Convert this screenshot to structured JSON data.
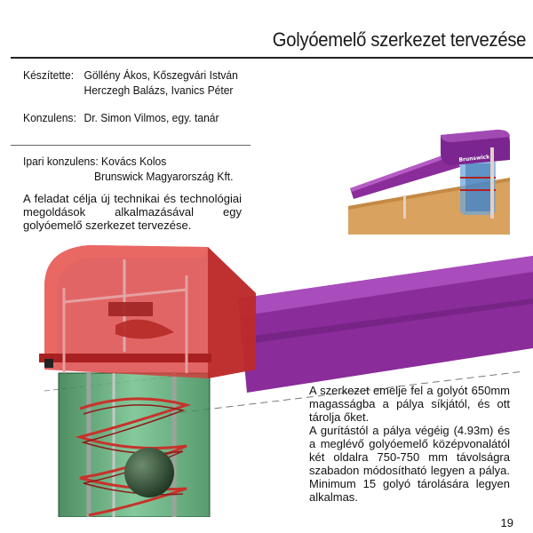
{
  "header": {
    "title": "Golyóemelő szerkezet tervezése"
  },
  "credits": {
    "authors_label": "Készítette:",
    "authors_line1": "Göllény Ákos, Kőszegvári István",
    "authors_line2": "Herczegh Balázs, Ivanics Péter",
    "consultant_label": "Konzulens:",
    "consultant": "Dr. Simon Vilmos, egy. tanár",
    "industry_label": "Ipari konzulens:",
    "industry_name": "Kovács Kolos",
    "industry_company": "Brunswick Magyarország Kft."
  },
  "body": {
    "goal": "A feladat célja új technikai és technológiai megoldások alkalmazásával egy golyóemelő szerkezet tervezése.",
    "spec1": "A szerkezet emelje fel a golyót 650mm magasságba a pálya síkjától, és ott tárolja őket.",
    "spec2": "A gurítástól a pálya végéig (4.93m) és a meglévő golyóemelő középvonalától két oldalra 750-750 mm távolságra szabadon módosítható legyen a pálya. Minimum 15 golyó tárolására legyen alkalmas."
  },
  "thumbnail": {
    "brand": "Brunswick"
  },
  "footer": {
    "page_number": "19"
  },
  "colors": {
    "hood_red": "#d83a3a",
    "tube_purple": "#8a2c9a",
    "column_green": "#3f9a5a",
    "floor_wood": "#d9a25e",
    "ball": "#3b5c3e"
  }
}
